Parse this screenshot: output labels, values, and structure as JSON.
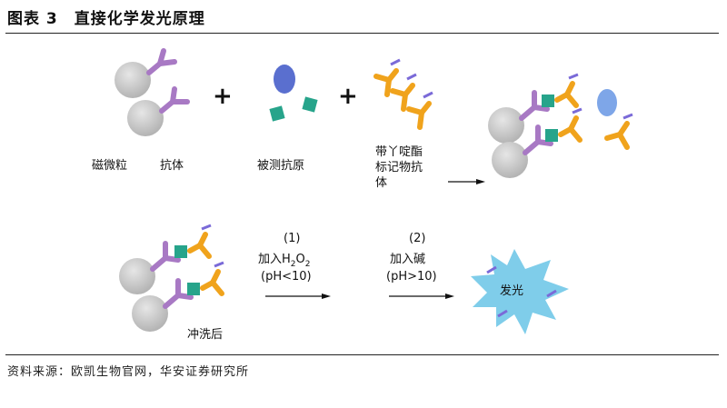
{
  "figure": {
    "label": "图表 3",
    "title": "直接化学发光原理"
  },
  "labels": {
    "beads": "磁微粒",
    "antibody": "抗体",
    "antigen": "被测抗原",
    "labeled_line1": "带丫啶酯",
    "labeled_line2": "标记物抗",
    "labeled_line3": "体",
    "wash": "冲洗后",
    "step1_num": "(1)",
    "step1_text": "加入H",
    "step1_sub1": "2",
    "step1_o": "O",
    "step1_sub2": "2",
    "step1_ph": "(pH<10)",
    "step2_num": "(2)",
    "step2_text": "加入碱",
    "step2_ph": "(pH>10)",
    "light": "发光",
    "plus": "+"
  },
  "colors": {
    "bead": "#c8c8c8",
    "antibody": "#a879c4",
    "antigen_blue": "#5a6fcf",
    "antigen_light": "#7ea6e8",
    "antigen_teal": "#27a48b",
    "labeled_orange": "#f0a31c",
    "acridinium": "#7a6ad8",
    "burst": "#7fcdea"
  },
  "source": "资料来源：欧凯生物官网，华安证券研究所"
}
